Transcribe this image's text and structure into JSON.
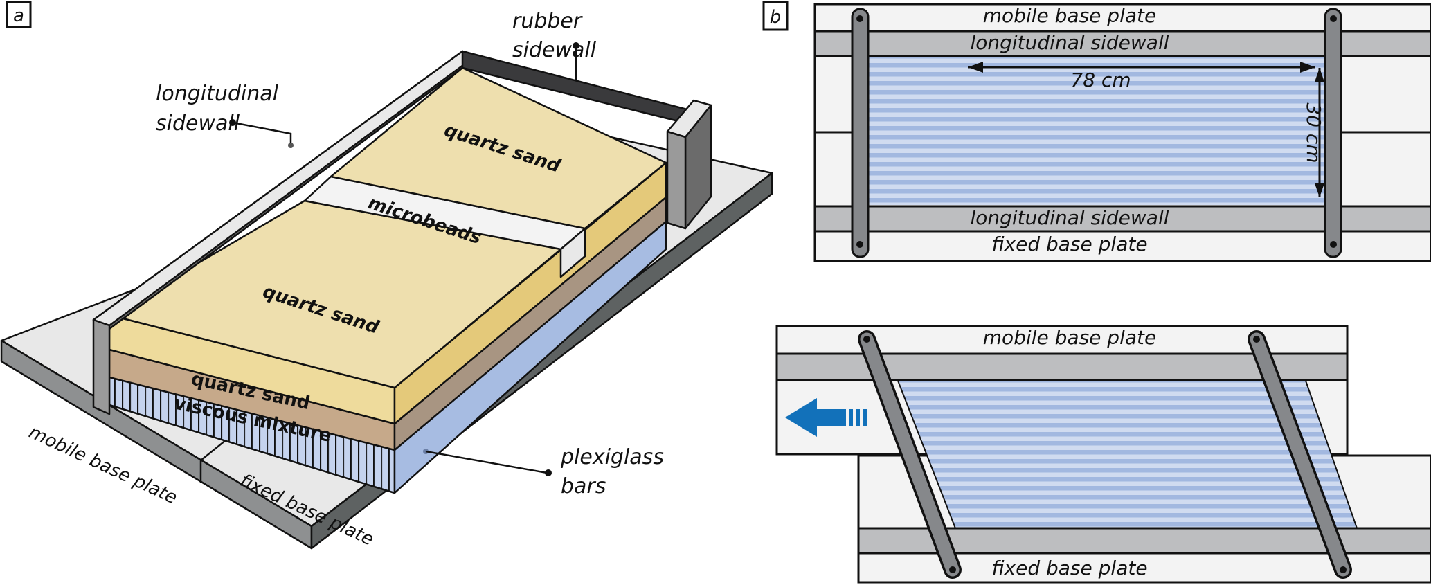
{
  "panel_a": {
    "label": "a",
    "labels": {
      "longitudinal_sidewall_line1": "longitudinal",
      "longitudinal_sidewall_line2": "sidewall",
      "rubber_sidewall_line1": "rubber",
      "rubber_sidewall_line2": "sidewall",
      "quartz_sand_top": "quartz sand",
      "microbeads": "microbeads",
      "quartz_sand_middle": "quartz sand",
      "quartz_sand_front": "quartz sand",
      "viscous_mixture": "viscous mixture",
      "mobile_base_plate": "mobile base plate",
      "fixed_base_plate": "fixed base plate",
      "plexiglass_bars_line1": "plexiglass",
      "plexiglass_bars_line2": "bars"
    }
  },
  "panel_b": {
    "label": "b",
    "top": {
      "mobile_base_plate": "mobile base plate",
      "longitudinal_sidewall_top": "longitudinal sidewall",
      "longitudinal_sidewall_bottom": "longitudinal sidewall",
      "fixed_base_plate": "fixed base plate",
      "length_dimension": "78 cm",
      "width_dimension": "30 cm"
    },
    "bottom": {
      "mobile_base_plate": "mobile base plate",
      "fixed_base_plate": "fixed base plate",
      "motion_arrow": "arrow-left-icon"
    }
  },
  "colors": {
    "quartz_top": "#EEDFAE",
    "quartz_side": "#E4C97A",
    "viscous": "#C6A98A",
    "viscous_side": "#A89582",
    "plexiglass": "#A7BCE2",
    "microbeads": "#F3F3F3",
    "sidewall_dark": "#6B6B6B",
    "sidewall_light": "#E9E9E9",
    "rubber": "#3A3A3C",
    "plate_top": "#E8E8E8",
    "plate_side": "#8E9091",
    "plate_side_dark": "#5E6262",
    "panel_b_plate": "#F3F3F3",
    "panel_b_sidewall": "#BDBEC0",
    "stripe_dark": "#A2B8E0",
    "stripe_light": "#D0DBF0",
    "bar": "#86888B",
    "arrow": "#1271BA"
  }
}
